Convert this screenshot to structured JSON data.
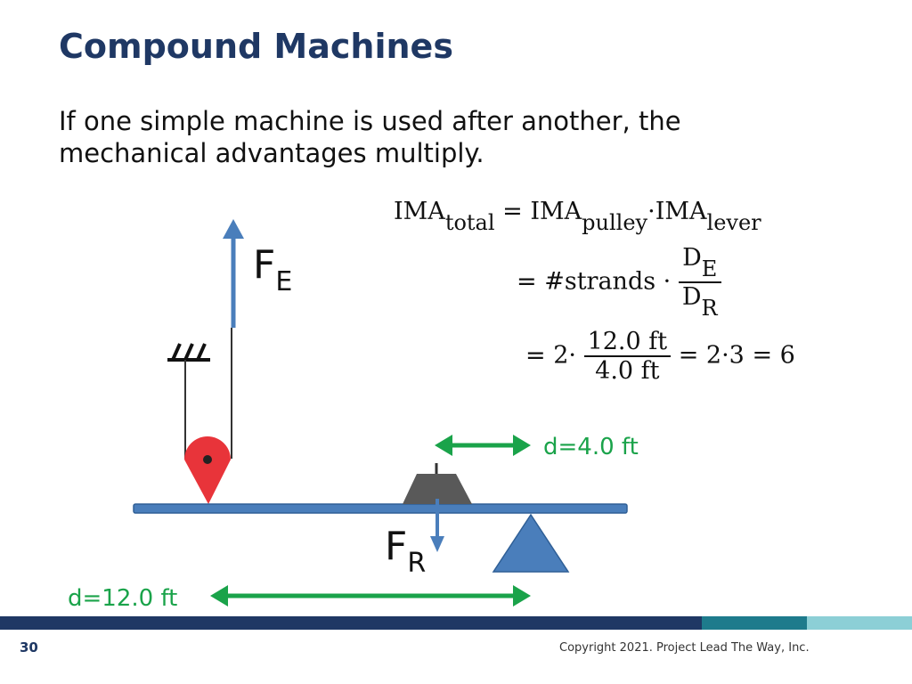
{
  "slide": {
    "title": "Compound Machines",
    "body": "If one simple machine is used after another, the mechanical advantages multiply.",
    "page_number": "30",
    "copyright": "Copyright 2021. Project Lead The Way, Inc."
  },
  "equations": {
    "line1": {
      "lhs": "IMA",
      "lhs_sub": "total",
      "eq": "=",
      "t1": "IMA",
      "t1_sub": "pulley",
      "dot": "·",
      "t2": "IMA",
      "t2_sub": "lever"
    },
    "line2": {
      "eq": "=",
      "word": "#strands ·",
      "num": "D",
      "num_sub": "E",
      "den": "D",
      "den_sub": "R"
    },
    "line3": {
      "eq": "=",
      "two": "2·",
      "num": "12.0 ft",
      "den": "4.0 ft",
      "rest": "= 2·3 = 6"
    }
  },
  "diagram": {
    "fe_label": "F",
    "fe_sub": "E",
    "fr_label": "F",
    "fr_sub": "R",
    "d_effort": "d=12.0 ft",
    "d_resistance": "d=4.0 ft"
  },
  "colors": {
    "title": "#1f3864",
    "arrow_blue": "#4a7ebb",
    "lever_blue": "#4a7ebb",
    "green": "#1aa34a",
    "pulley_red": "#e8343a",
    "load_gray": "#595959",
    "footer_dark": "#1f3864",
    "footer_mid": "#1e7b8c",
    "footer_light": "#8ccfd6"
  }
}
